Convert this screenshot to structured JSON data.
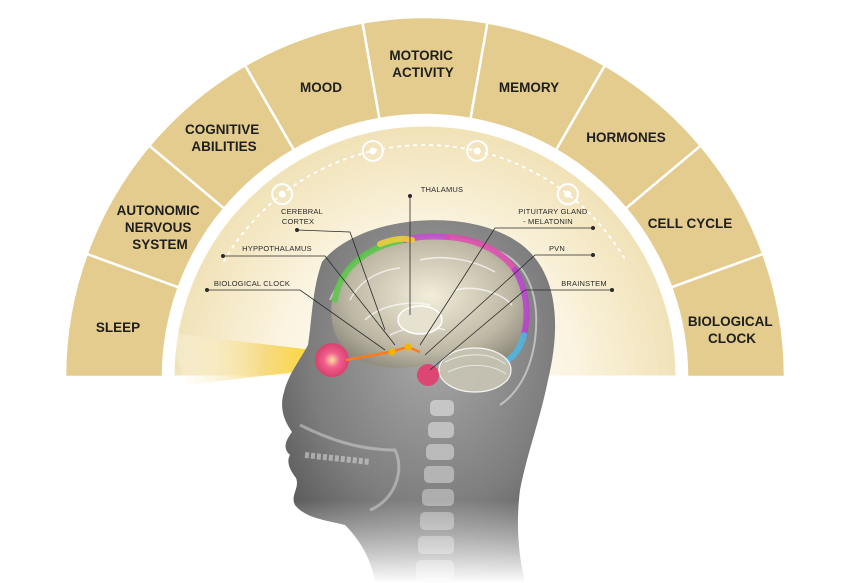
{
  "segments": [
    {
      "lines": [
        "SLEEP"
      ]
    },
    {
      "lines": [
        "AUTONOMIC",
        "NERVOUS",
        "SYSTEM"
      ]
    },
    {
      "lines": [
        "COGNITIVE",
        "ABILITIES"
      ]
    },
    {
      "lines": [
        "MOOD"
      ]
    },
    {
      "lines": [
        "MOTORIC",
        "ACTIVITY"
      ]
    },
    {
      "lines": [
        "MEMORY"
      ]
    },
    {
      "lines": [
        "HORMONES"
      ]
    },
    {
      "lines": [
        "CELL CYCLE"
      ]
    },
    {
      "lines": [
        "BIOLOGICAL",
        "CLOCK"
      ]
    }
  ],
  "parts": {
    "cerebral_cortex": [
      "CEREBRAL",
      "CORTEX"
    ],
    "hypothalamus": [
      "HYPPOTHALAMUS"
    ],
    "biological_clock": [
      "BIOLOGICAL CLOCK"
    ],
    "thalamus": [
      "THALAMUS"
    ],
    "pituitary": [
      "PITUITARY GLAND",
      "- MELATONIN"
    ],
    "pvn": [
      "PVN"
    ],
    "brainstem": [
      "BRAINSTEM"
    ]
  },
  "colors": {
    "outer_band": "#e3cc8e",
    "inner_band": "#f2e4bc",
    "divider": "#ffffff",
    "head": "#7c7c7c",
    "brain_accent": "#e8b84a",
    "eye": "#e8356a"
  }
}
